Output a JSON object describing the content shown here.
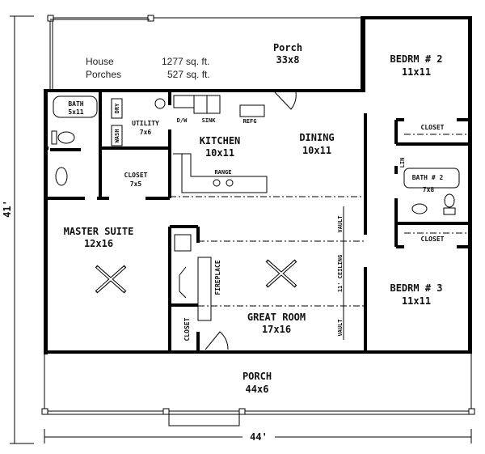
{
  "area_summary": {
    "house_label": "House",
    "house_value": "1277 sq. ft.",
    "porches_label": "Porches",
    "porches_value": "527 sq. ft."
  },
  "rooms": {
    "rear_porch": {
      "name": "Porch",
      "size": "33x8"
    },
    "bedroom2": {
      "name": "BEDRM # 2",
      "size": "11x11"
    },
    "bath1": {
      "name": "BATH",
      "size": "5x11"
    },
    "utility": {
      "name": "UTILITY",
      "size": "7x6"
    },
    "kitchen": {
      "name": "KITCHEN",
      "size": "10x11"
    },
    "dining": {
      "name": "DINING",
      "size": "10x11"
    },
    "closet_utility": {
      "name": "CLOSET",
      "size": "7x5"
    },
    "master": {
      "name": "MASTER SUITE",
      "size": "12x16"
    },
    "great_room": {
      "name": "GREAT ROOM",
      "size": "17x16"
    },
    "bedroom3": {
      "name": "BEDRM # 3",
      "size": "11x11"
    },
    "bath2": {
      "name": "BATH # 2",
      "size": "7x8"
    },
    "front_porch": {
      "name": "PORCH",
      "size": "44x6"
    }
  },
  "fixtures": {
    "dry": "DRY",
    "wash": "WASH",
    "dw": "D/W",
    "sink": "SINK",
    "refg": "REFG",
    "range": "RANGE",
    "fireplace": "FIREPLACE",
    "closet": "CLOSET",
    "closet_b2": "CLOSET",
    "closet_b3": "CLOSET",
    "lin": "LIN",
    "vault_top": "VAULT",
    "ceiling": "11' CEILING",
    "vault_bottom": "VAULT"
  },
  "dimensions": {
    "depth": "41'",
    "width": "44'"
  }
}
